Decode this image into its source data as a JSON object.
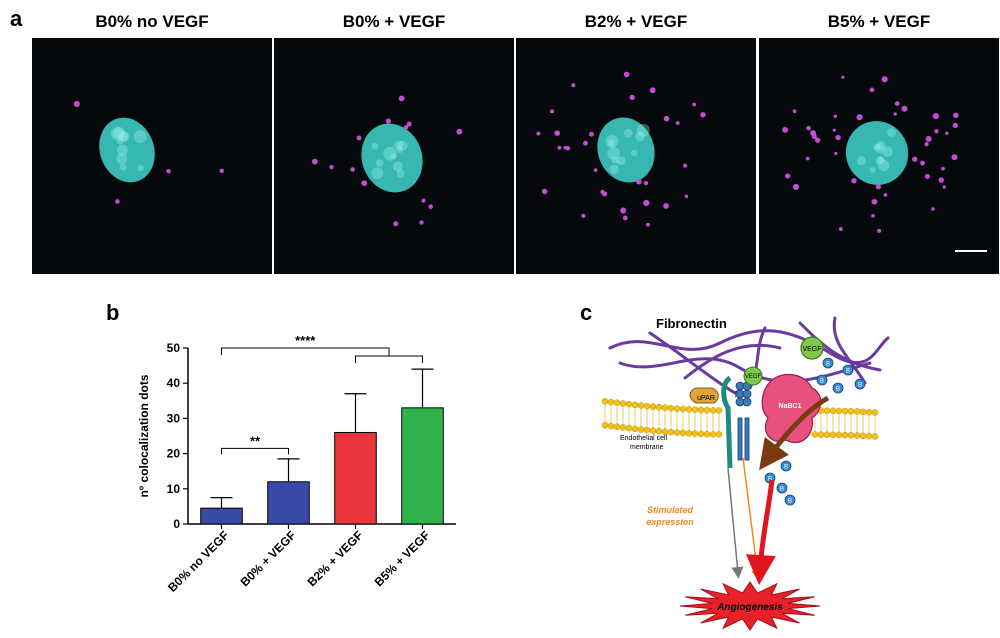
{
  "panels": {
    "a": {
      "letter": "a"
    },
    "b": {
      "letter": "b"
    },
    "c": {
      "letter": "c"
    }
  },
  "micrographs": [
    {
      "title": "B0% no VEGF",
      "dots": 4,
      "scale_bar": false
    },
    {
      "title": "B0% + VEGF",
      "dots": 14,
      "scale_bar": false
    },
    {
      "title": "B2% + VEGF",
      "dots": 30,
      "scale_bar": false
    },
    {
      "title": "B5% + VEGF",
      "dots": 42,
      "scale_bar": true
    }
  ],
  "colors": {
    "nucleus": "#3fd6d0",
    "dot": "#c84bd8",
    "bar_1": "#3a4aa8",
    "bar_2": "#e8343a",
    "bar_3": "#2fb34a",
    "fibronectin": "#6a3aa0",
    "membrane": "#f2c21a"
  },
  "chart_data": {
    "type": "bar",
    "categories": [
      "B0% no VEGF",
      "B0% + VEGF",
      "B2% + VEGF",
      "B5% + VEGF"
    ],
    "values": [
      4.5,
      12,
      26,
      33
    ],
    "errors": [
      3,
      6.5,
      11,
      11
    ],
    "ylabel": "nº colocalization dots",
    "xlabel": "",
    "ylim": [
      0,
      50
    ],
    "yticks": [
      0,
      10,
      20,
      30,
      40,
      50
    ],
    "significance": [
      {
        "label": "**",
        "from": 0,
        "to": 1,
        "level": 21.5
      },
      {
        "label": "****",
        "from": 0,
        "to": "2-3",
        "level": 50
      }
    ]
  },
  "schema": {
    "fibronectin_label": "Fibronectin",
    "vegf_label": "VEGF",
    "upar_label": "uPAR",
    "beta1_label": "β1",
    "nabc1_label": "NaBC1",
    "membrane_label_line1": "Endothelial cell",
    "membrane_label_line2": "membrane",
    "ion_label": "B",
    "stimulated_line1": "Stimulated",
    "stimulated_line2": "expression",
    "angiogenesis_label": "Angiogenesis"
  }
}
